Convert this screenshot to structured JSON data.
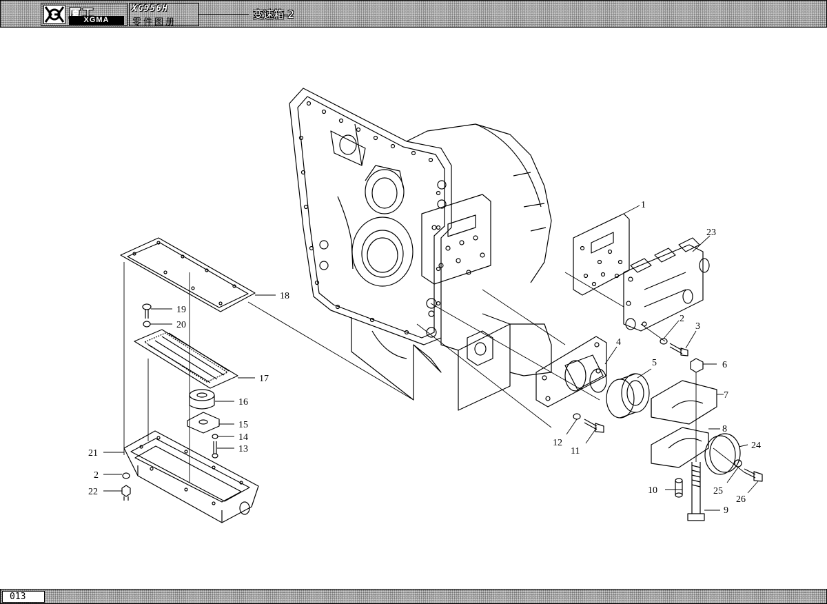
{
  "header": {
    "logo_cn": "厦工",
    "logo_en": "XGMA",
    "model": "XG956H",
    "catalog": "零件图册",
    "section": "变速箱-2"
  },
  "footer": {
    "page_number": "013"
  },
  "callouts": {
    "c1": "1",
    "c2a": "2",
    "c2b": "2",
    "c3": "3",
    "c4": "4",
    "c5": "5",
    "c6": "6",
    "c7": "7",
    "c8": "8",
    "c9": "9",
    "c10": "10",
    "c11": "11",
    "c12": "12",
    "c13": "13",
    "c14": "14",
    "c15": "15",
    "c16": "16",
    "c17": "17",
    "c18": "18",
    "c19": "19",
    "c20": "20",
    "c21": "21",
    "c22": "22",
    "c23": "23",
    "c24": "24",
    "c25": "25",
    "c26": "26"
  }
}
